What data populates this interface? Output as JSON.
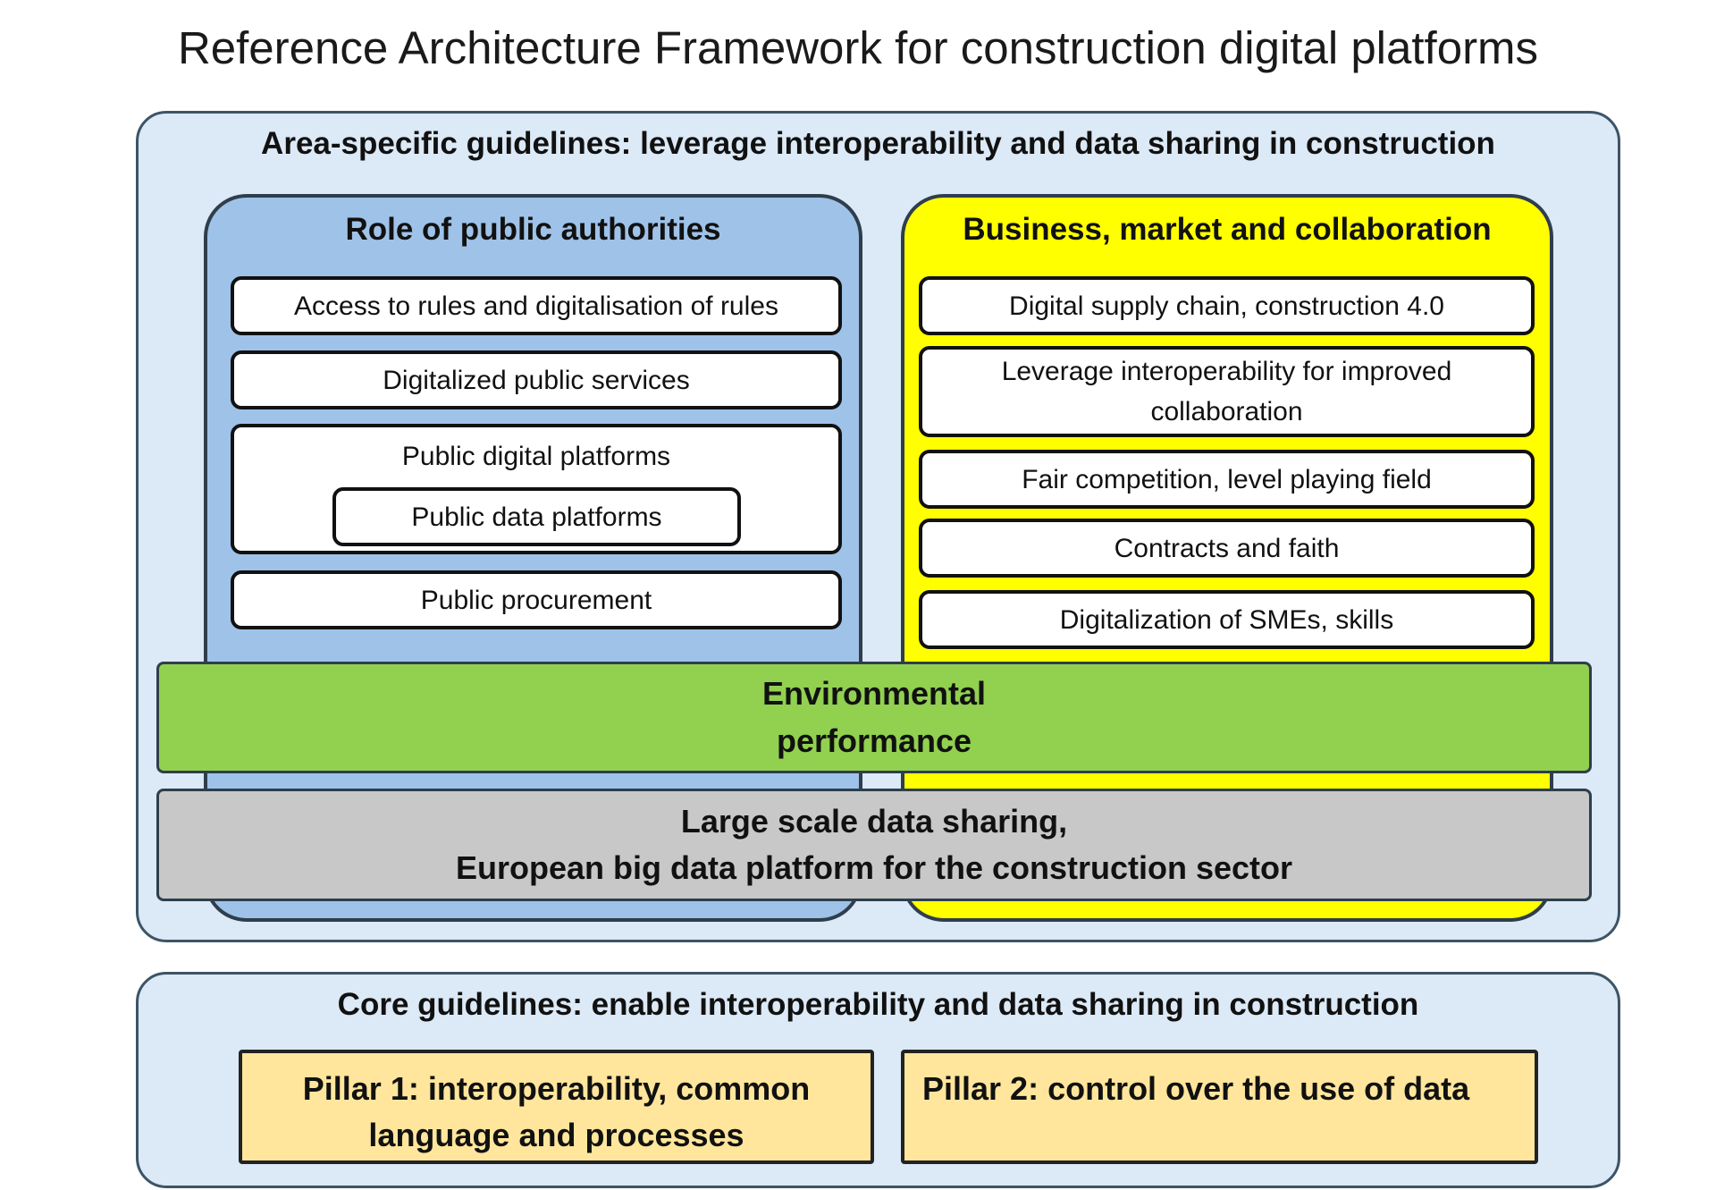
{
  "title": "Reference Architecture Framework for construction digital platforms",
  "area_specific": {
    "heading": "Area-specific guidelines: leverage interoperability and data sharing in construction"
  },
  "public_authorities": {
    "heading": "Role of public authorities",
    "items": [
      "Access to rules and digitalisation of rules",
      "Digitalized public services",
      "Public digital platforms",
      "Public data platforms",
      "Public procurement"
    ]
  },
  "business": {
    "heading": "Business, market and collaboration",
    "items": [
      "Digital supply chain, construction 4.0",
      "Leverage interoperability for improved collaboration",
      "Fair competition, level playing field",
      "Contracts and faith",
      "Digitalization of SMEs, skills"
    ]
  },
  "bands": {
    "environmental_line1": "Environmental",
    "environmental_line2": "performance",
    "large_scale_line1": "Large scale data sharing,",
    "large_scale_line2": "European big data platform for the construction sector"
  },
  "core": {
    "heading": "Core guidelines: enable interoperability and data sharing in construction",
    "pillar1_line1": "Pillar 1: interoperability, common",
    "pillar1_line2": "language and processes",
    "pillar2": "Pillar 2: control over the use of data"
  },
  "colors": {
    "outer_panel": "#dce9f6",
    "public_column": "#9fc2e8",
    "business_column": "#ffff00",
    "environmental_band": "#92d050",
    "large_scale_band": "#c8c8c8",
    "pillar": "#ffe69c"
  }
}
